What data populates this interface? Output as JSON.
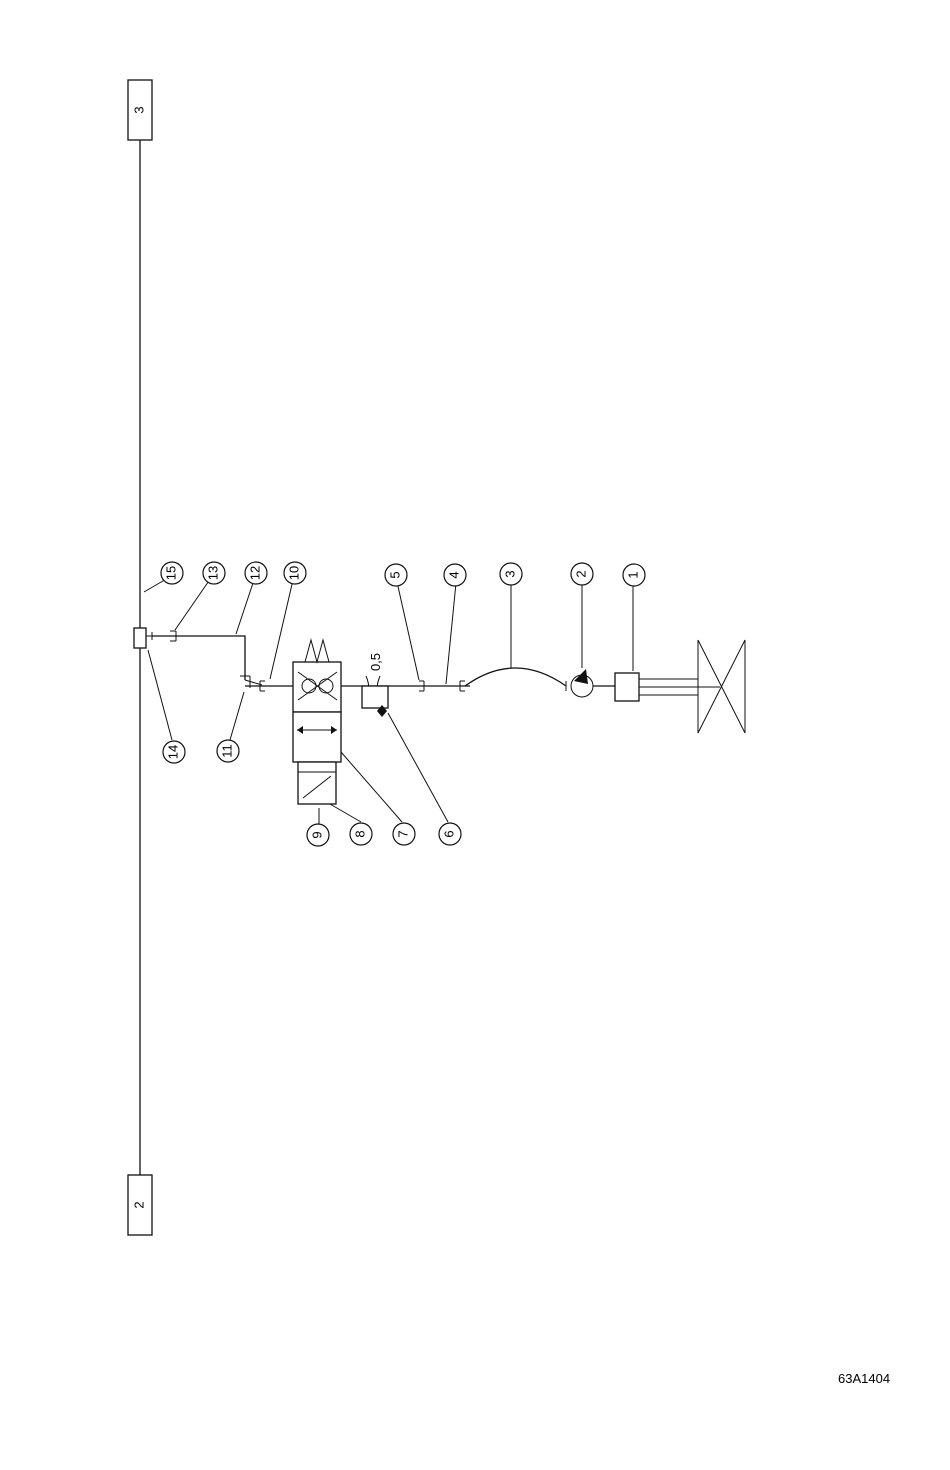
{
  "endpoints": {
    "top": "3",
    "bottom": "2"
  },
  "orifice_size": "0,5",
  "callouts": [
    "1",
    "2",
    "3",
    "4",
    "5",
    "6",
    "7",
    "8",
    "9",
    "10",
    "11",
    "12",
    "13",
    "14",
    "15"
  ],
  "figure_code": "63A1404"
}
